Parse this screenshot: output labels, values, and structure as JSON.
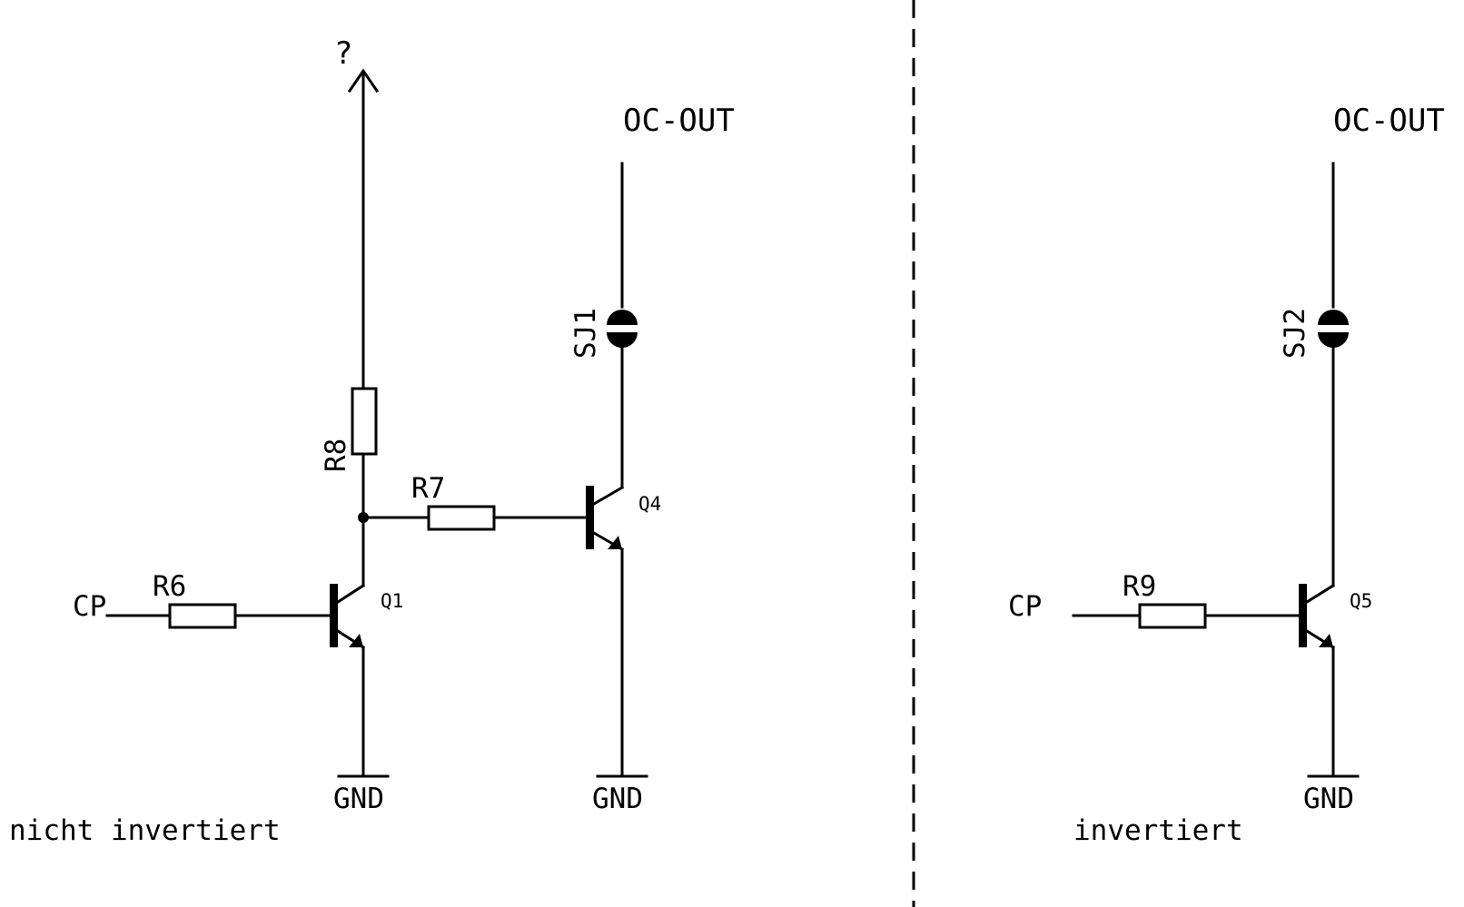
{
  "labels": {
    "question": "?",
    "oc_out_left": "OC-OUT",
    "oc_out_right": "OC-OUT",
    "sj1": "SJ1",
    "sj2": "SJ2",
    "r8": "R8",
    "r7": "R7",
    "r6": "R6",
    "r9": "R9",
    "q1": "Q1",
    "q4": "Q4",
    "q5": "Q5",
    "cp_left": "CP",
    "cp_right": "CP",
    "gnd_q1": "GND",
    "gnd_q4": "GND",
    "gnd_q5": "GND",
    "caption_left": "nicht invertiert",
    "caption_right": "invertiert"
  }
}
